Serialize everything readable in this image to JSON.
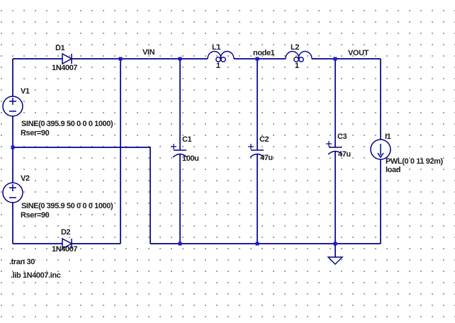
{
  "app": {
    "view": "ltspice-schematic-canvas"
  },
  "colors": {
    "wire": "#00008b",
    "junction": "#1a1acd",
    "text": "#1b1b1b",
    "grid_dot": "#8f8f8f",
    "background": "#ffffff"
  },
  "components": {
    "D1": {
      "ref": "D1",
      "value": "1N4007"
    },
    "D2": {
      "ref": "D2",
      "value": "1N4007"
    },
    "V1": {
      "ref": "V1",
      "value": "SINE(0 395.9 50 0 0 0 1000)",
      "param": "Rser=90"
    },
    "V2": {
      "ref": "V2",
      "value": "SINE(0 395.9 50 0 0 0 1000)",
      "param": "Rser=90"
    },
    "L1": {
      "ref": "L1",
      "value": "1"
    },
    "L2": {
      "ref": "L2",
      "value": "1"
    },
    "C1": {
      "ref": "C1",
      "value": "100u"
    },
    "C2": {
      "ref": "C2",
      "value": "47u"
    },
    "C3": {
      "ref": "C3",
      "value": "47u"
    },
    "I1": {
      "ref": "I1",
      "value": "PWL(0 0 11 92m)",
      "comment": "load"
    }
  },
  "nets": {
    "vin": "VIN",
    "node1": "node1",
    "vout": "VOUT"
  },
  "directives": {
    "tran": ".tran 30",
    "lib": ".lib 1N4007.inc"
  }
}
